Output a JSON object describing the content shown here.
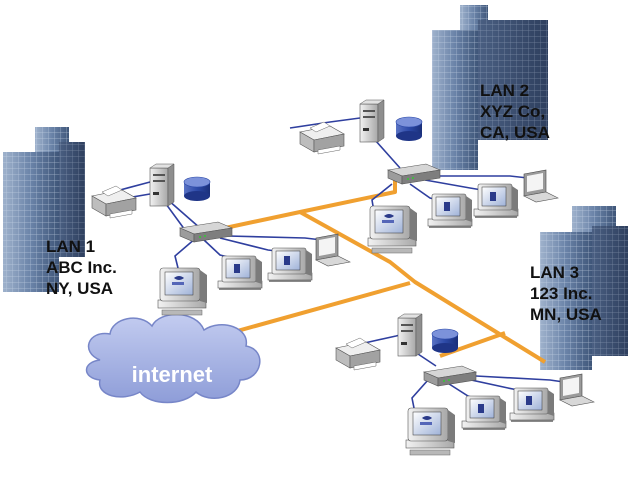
{
  "lans": [
    {
      "id": "lan1",
      "lines": [
        "LAN 1",
        "ABC Inc.",
        "NY, USA"
      ]
    },
    {
      "id": "lan2",
      "lines": [
        "LAN 2",
        "XYZ Co,",
        "CA, USA"
      ]
    },
    {
      "id": "lan3",
      "lines": [
        "LAN 3",
        "123 Inc.",
        "MN, USA"
      ]
    }
  ],
  "cloud": {
    "label": "internet"
  },
  "colors": {
    "wan_link": "#f0a030",
    "lan_cable": "#2f3f9f",
    "cloud_fill": "#a9b6e6",
    "building_blue": "#6e87ad"
  }
}
